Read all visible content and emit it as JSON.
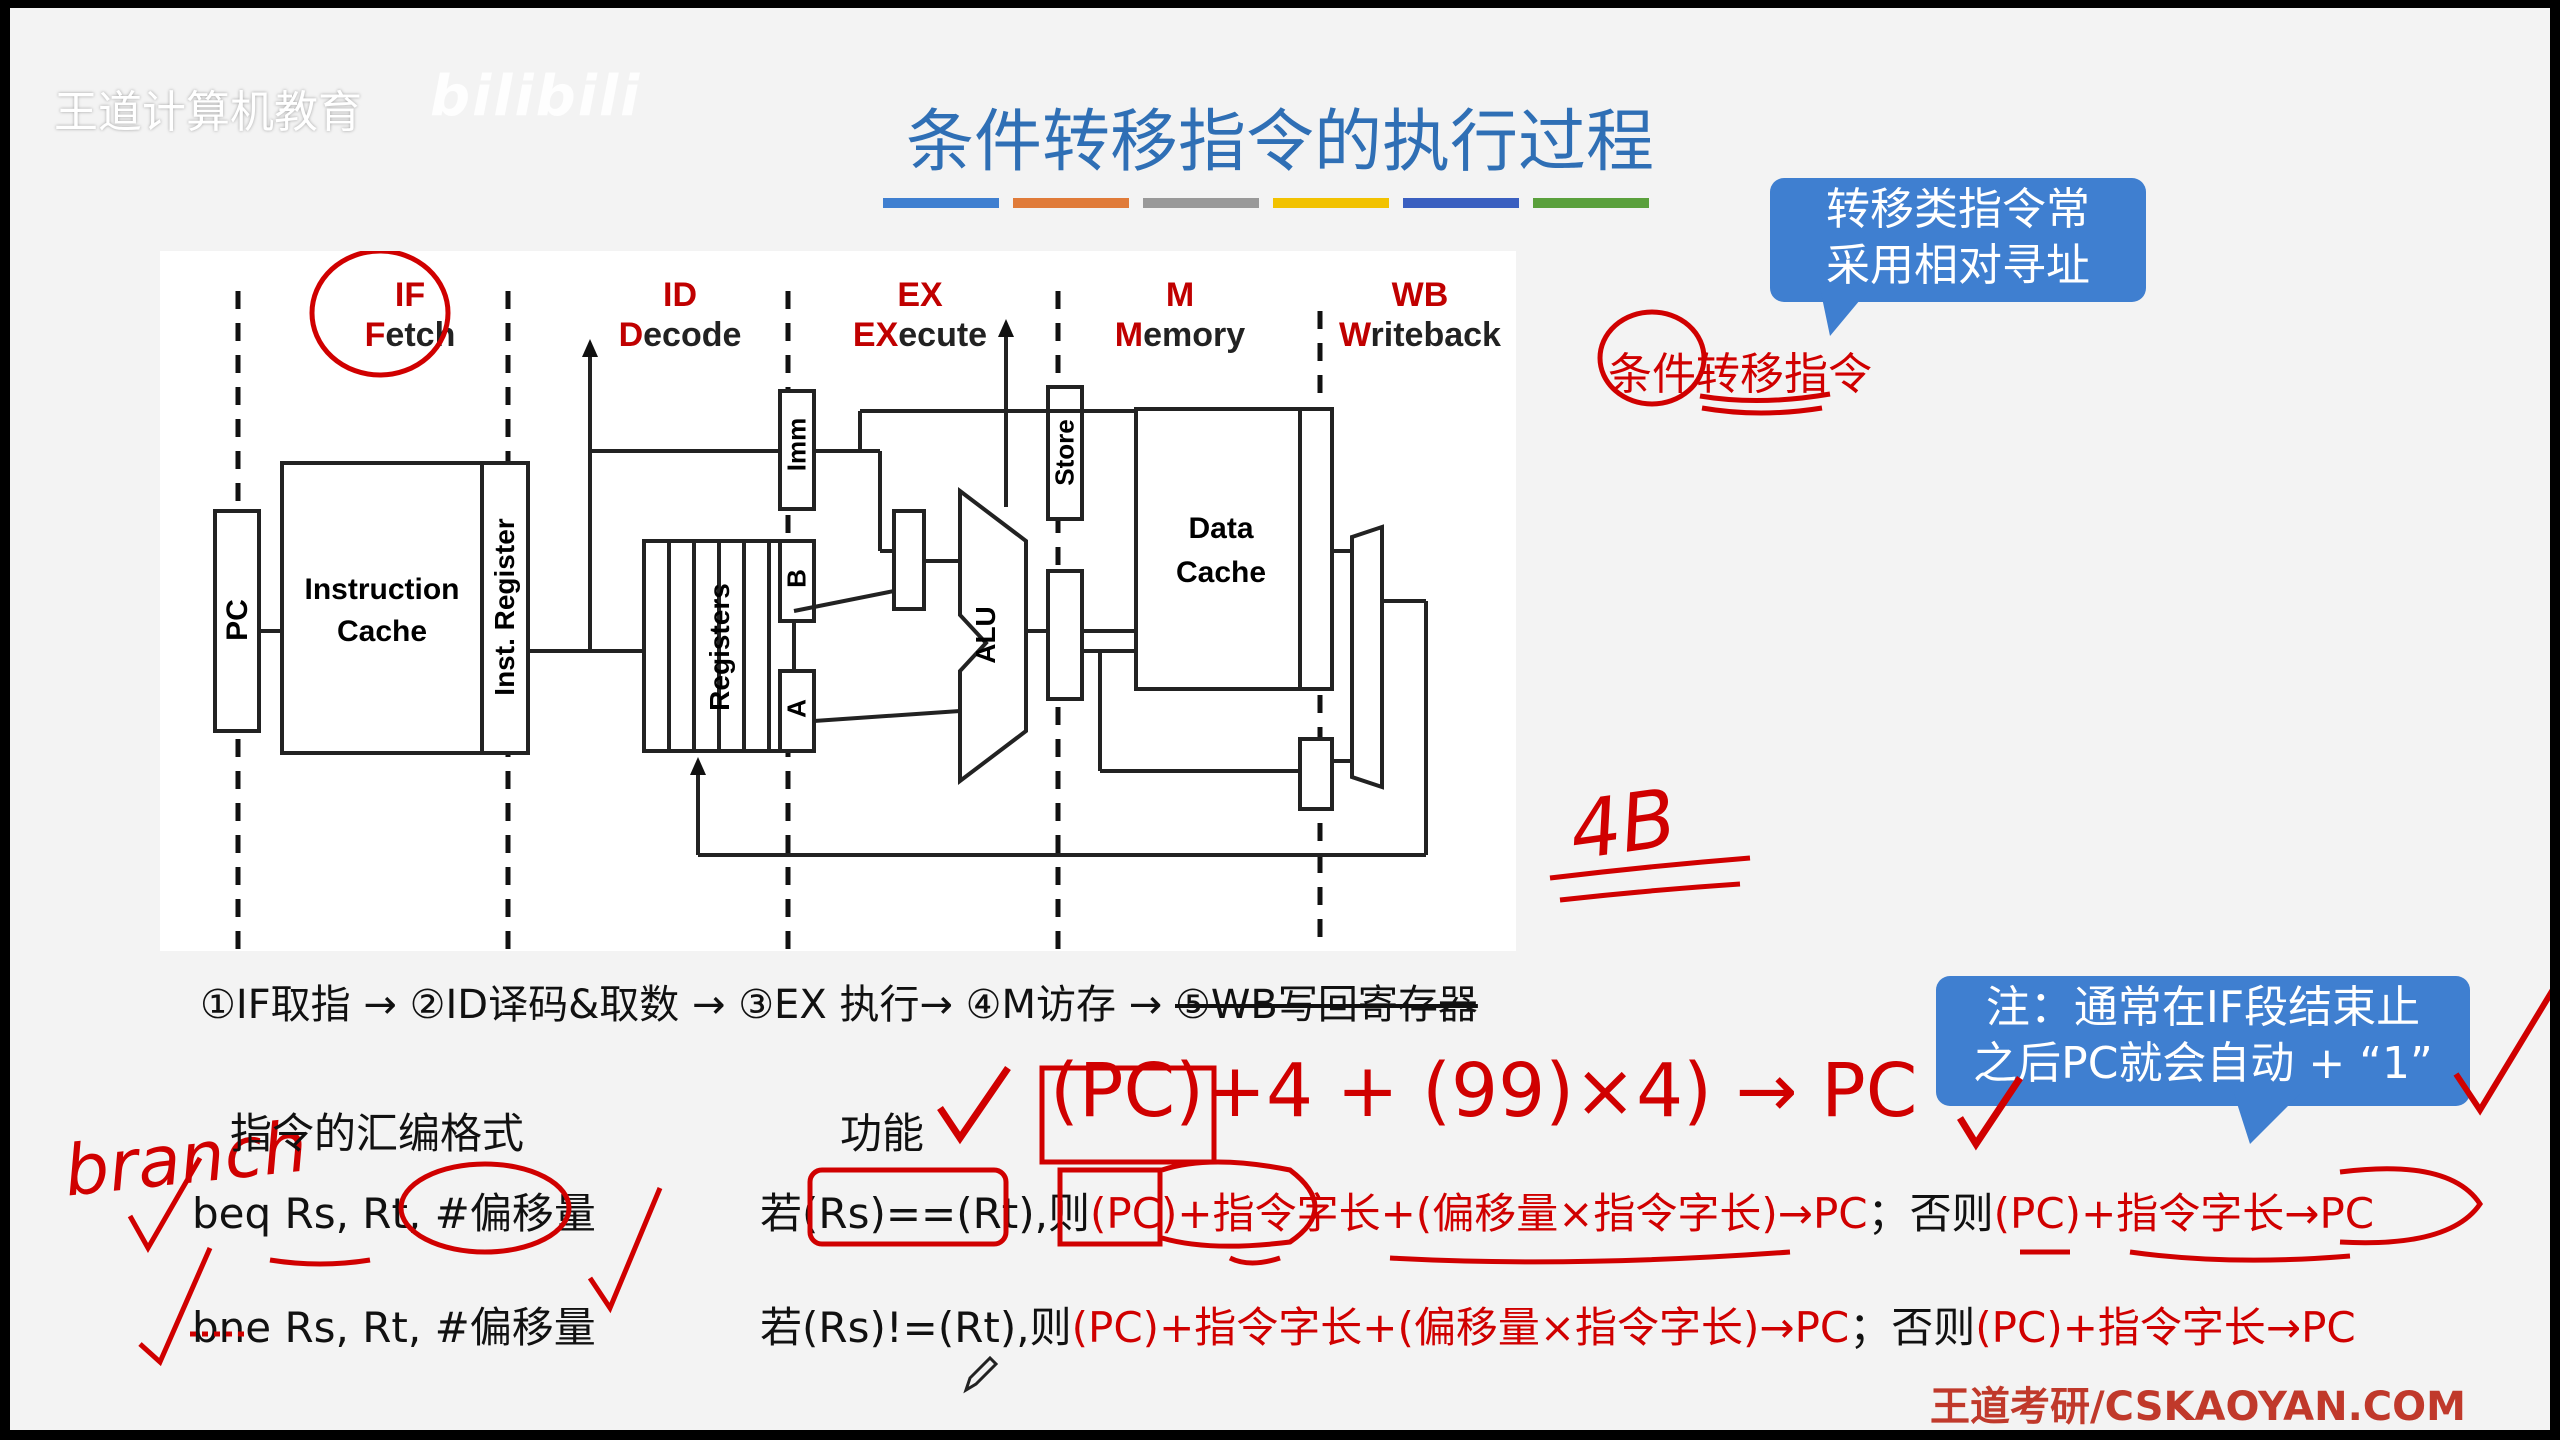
{
  "brand": {
    "name": "王道计算机教育",
    "bilibili": "bilibili"
  },
  "title": "条件转移指令的执行过程",
  "title_bar_colors": [
    "#3f7fd0",
    "#e07b39",
    "#999999",
    "#f2c200",
    "#3a5fc0",
    "#5aa03c"
  ],
  "callout_top": {
    "line1": "转移类指令常",
    "line2": "采用相对寻址"
  },
  "handwritten_label": "条件转移指令",
  "stages": [
    {
      "abbr": "IF",
      "first": "F",
      "rest": "etch"
    },
    {
      "abbr": "ID",
      "first": "D",
      "rest": "ecode"
    },
    {
      "abbr": "EX",
      "first": "EX",
      "rest": "ecute"
    },
    {
      "abbr": "M",
      "first": "M",
      "rest": "emory"
    },
    {
      "abbr": "WB",
      "first": "W",
      "rest": "riteback"
    }
  ],
  "diagram": {
    "pc": "PC",
    "icache_line1": "Instruction",
    "icache_line2": "Cache",
    "ir": "Inst. Register",
    "registers": "Registers",
    "imm": "Imm",
    "b": "B",
    "a": "A",
    "alu": "ALU",
    "store": "Store",
    "dcache_line1": "Data",
    "dcache_line2": "Cache"
  },
  "pipeline": {
    "text": "①IF取指 → ②ID译码&取数 → ③EX 执行→ ④M访存 →",
    "struck": "⑤WB写回寄存器"
  },
  "handwritten_4b": "4B",
  "callout_note": {
    "line1": "注：通常在IF段结束止",
    "line2": "之后PC就会自动 + “1”"
  },
  "handwritten_formula": "(PC)+4 + (99)×4) → PC",
  "handwritten_branch": "branch",
  "headers": {
    "format": "指令的汇编格式",
    "function": "功能"
  },
  "rows": [
    {
      "format": "beq Rs, Rt, #偏移量",
      "cond": "若(Rs)==(Rt),则",
      "then": "(PC)+指令字长+(偏移量×指令字长)→PC",
      "sep": "；否则",
      "else": "(PC)+指令字长→PC"
    },
    {
      "format": "bne Rs, Rt, #偏移量",
      "cond": "若(Rs)!=(Rt),则",
      "then": "(PC)+指令字长+(偏移量×指令字长)→PC",
      "sep": "；否则",
      "else": "(PC)+指令字长→PC"
    }
  ],
  "footer": "王道考研/CSKAOYAN.COM",
  "colors": {
    "title": "#2f6fb5",
    "callout": "#3f7fd0",
    "annotation": "#d00000",
    "footer": "#c0392b"
  }
}
